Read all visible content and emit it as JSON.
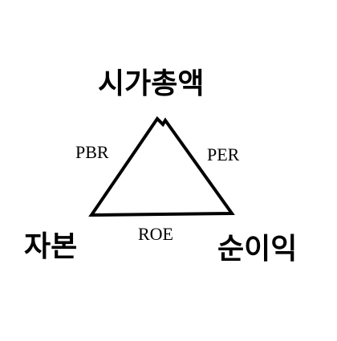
{
  "diagram": {
    "nodes": {
      "top": "시가총액",
      "bottom_left": "자본",
      "bottom_right": "순이익"
    },
    "edges": {
      "left": "PBR",
      "right": "PER",
      "bottom": "ROE"
    },
    "colors": {
      "line": "#000000",
      "text": "#000000",
      "background": "#ffffff"
    }
  }
}
